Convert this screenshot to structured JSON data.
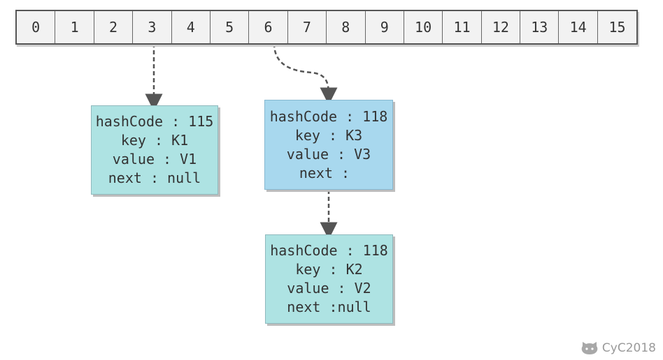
{
  "buckets": [
    "0",
    "1",
    "2",
    "3",
    "4",
    "5",
    "6",
    "7",
    "8",
    "9",
    "10",
    "11",
    "12",
    "13",
    "14",
    "15"
  ],
  "nodes": [
    {
      "id": "k1",
      "lines": [
        "hashCode : 115",
        "key : K1",
        "value : V1",
        "next : null"
      ],
      "color": "#aee3e3"
    },
    {
      "id": "k3",
      "lines": [
        "hashCode : 118",
        "key : K3",
        "value : V3",
        "next : "
      ],
      "color": "#a8d8ee"
    },
    {
      "id": "k2",
      "lines": [
        "hashCode : 118",
        "key : K2",
        "value : V2",
        "next :null"
      ],
      "color": "#aee3e3"
    }
  ],
  "links": [
    {
      "from": "bucket-3",
      "to": "k1"
    },
    {
      "from": "bucket-6",
      "to": "k3"
    },
    {
      "from": "k3",
      "to": "k2"
    }
  ],
  "watermark": {
    "text": "CyC2018",
    "icon": "github-octocat-icon"
  }
}
